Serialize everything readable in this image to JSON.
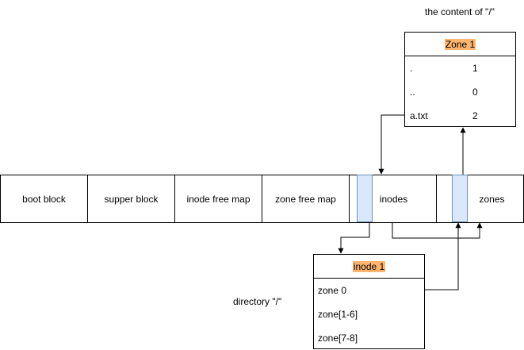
{
  "labels": {
    "content_of_root": "the content of \"/\"",
    "directory_root": "directory \"/\""
  },
  "disk_layout": {
    "blocks": [
      {
        "label": "boot block"
      },
      {
        "label": "supper block"
      },
      {
        "label": "inode free map"
      },
      {
        "label": "zone free map"
      },
      {
        "label": "inodes"
      },
      {
        "label": "zones"
      }
    ]
  },
  "zone_table": {
    "title": "Zone 1",
    "rows": [
      {
        "name": ".",
        "inode": "1"
      },
      {
        "name": "..",
        "inode": "0"
      },
      {
        "name": "a.txt",
        "inode": "2"
      }
    ]
  },
  "inode_table": {
    "title": "inode 1",
    "rows": [
      {
        "field": "zone 0"
      },
      {
        "field": "zone[1-6]"
      },
      {
        "field": "zone[7-8]"
      }
    ]
  },
  "colors": {
    "title_highlight": "#ffb570",
    "cell_fill": "#dae8fc",
    "cell_stroke": "#6c8ebf",
    "line": "#000000"
  }
}
